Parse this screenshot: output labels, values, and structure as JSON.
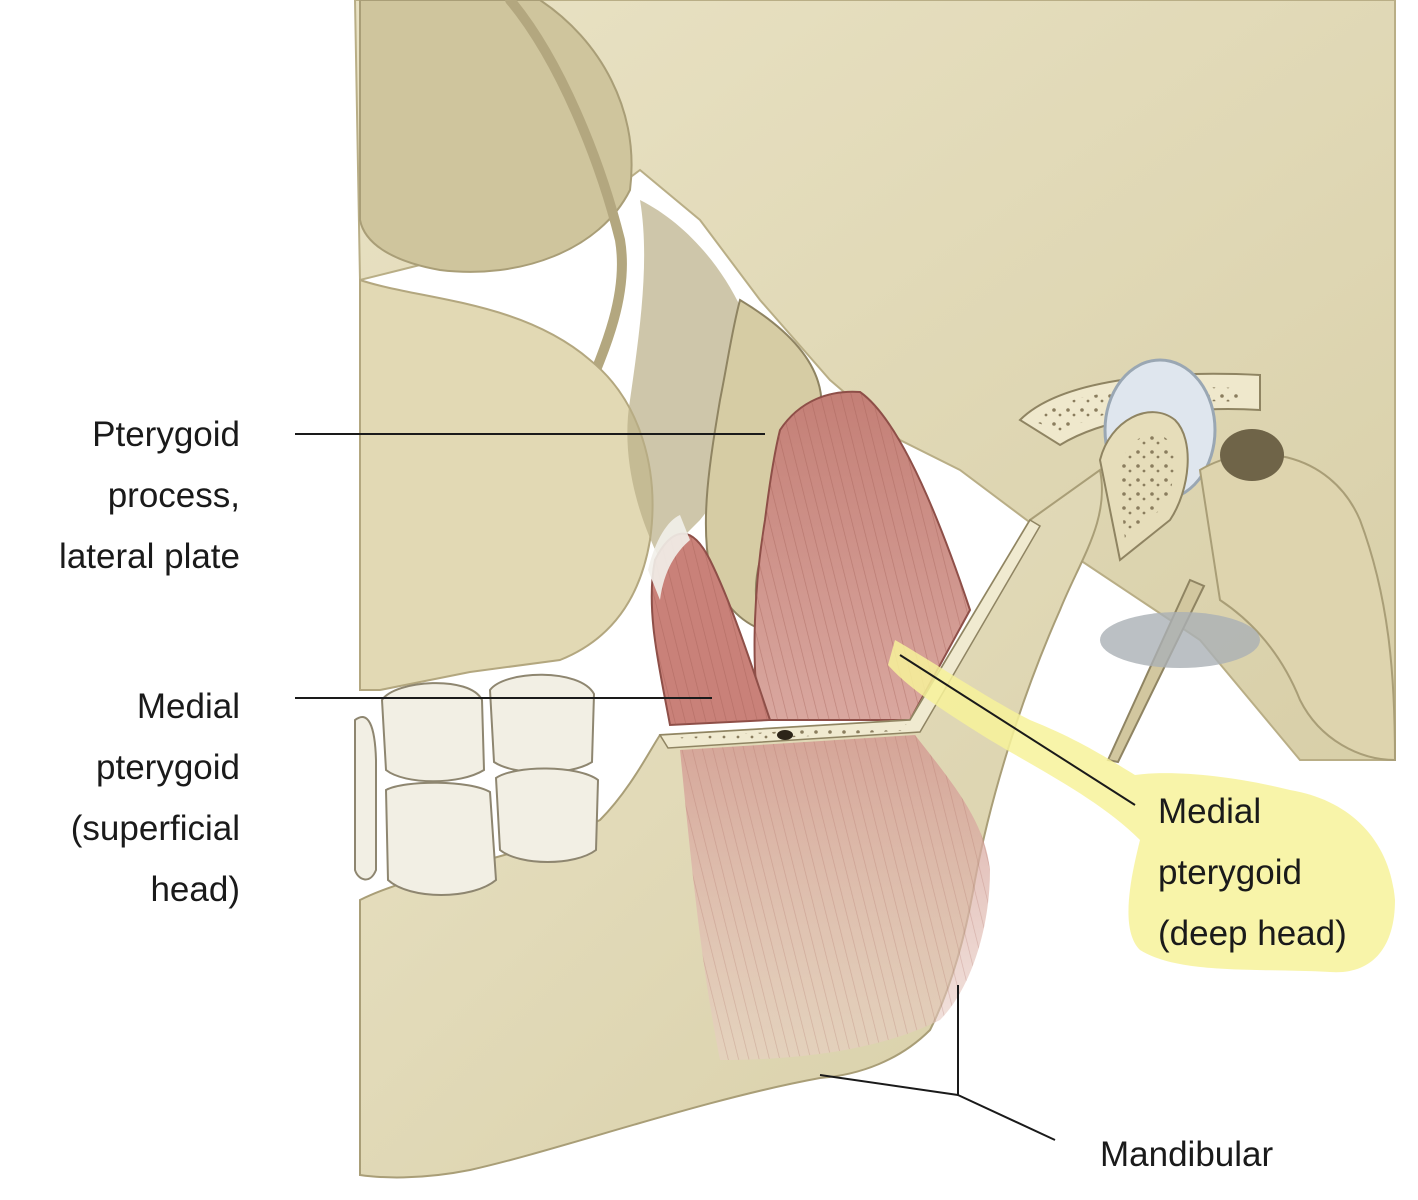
{
  "labels": {
    "pterygoid_process": "Pterygoid\nprocess,\nlateral plate",
    "medial_superficial": "Medial\npterygoid\n(superficial\nhead)",
    "medial_deep": "Medial\npterygoid\n(deep head)",
    "mandibular": "Mandibular"
  },
  "colors": {
    "bone": "#e3dbb8",
    "bone_shadow": "#c9bf98",
    "muscle": "#c98a80",
    "muscle_dark": "#a9645c",
    "tooth": "#f1efe6",
    "highlight": "#f7f29a",
    "leader": "#1a1a1a"
  }
}
